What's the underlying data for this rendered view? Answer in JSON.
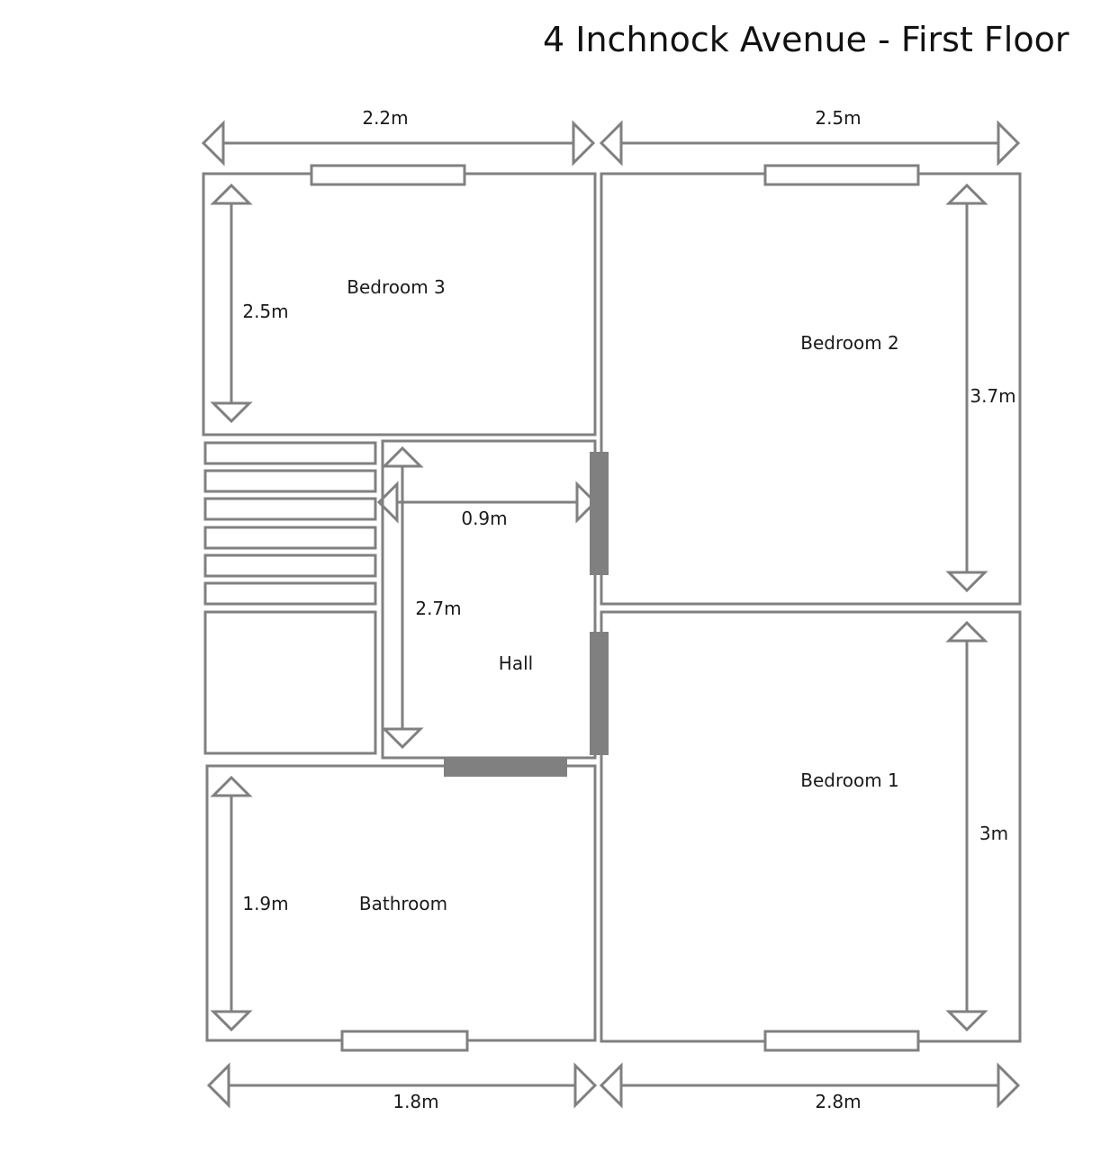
{
  "title": "4 Inchnock Avenue - First Floor",
  "rooms": {
    "bedroom3": "Bedroom 3",
    "bedroom2": "Bedroom 2",
    "bedroom1": "Bedroom 1",
    "hall": "Hall",
    "bathroom": "Bathroom"
  },
  "dimensions": {
    "top_left_width": "2.2m",
    "top_right_width": "2.5m",
    "bedroom3_height": "2.5m",
    "bedroom2_height": "3.7m",
    "hall_width": "0.9m",
    "hall_height": "2.7m",
    "bedroom1_height": "3m",
    "bathroom_height": "1.9m",
    "bottom_left_width": "1.8m",
    "bottom_right_width": "2.8m"
  },
  "colors": {
    "walls": "#808080",
    "text": "#1a1a1a"
  }
}
